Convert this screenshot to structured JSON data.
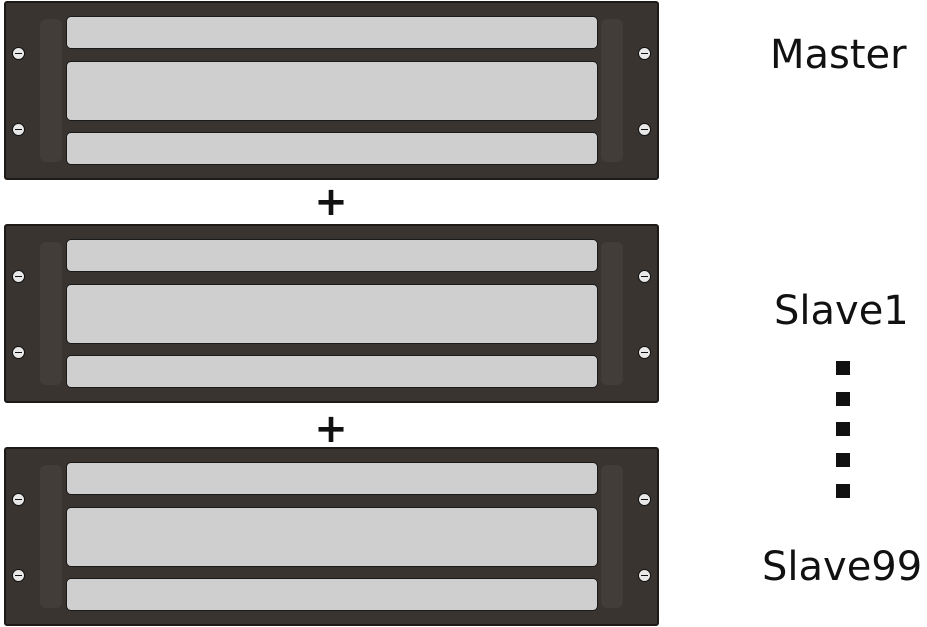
{
  "units": [
    {
      "label": "Master"
    },
    {
      "label": "Slave1"
    },
    {
      "label": "Slave99"
    }
  ],
  "connector_symbol": "+",
  "ellipsis_dots": 5,
  "colors": {
    "unit_body": "#3a3430",
    "slot_fill": "#cfcfcf",
    "text": "#111111"
  }
}
